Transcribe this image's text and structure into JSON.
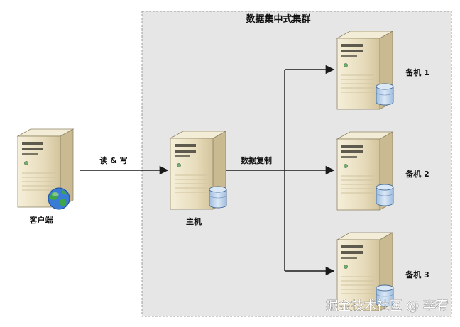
{
  "cluster": {
    "title": "数据集中式集群"
  },
  "client": {
    "label": "客户端",
    "icon": "globe-icon"
  },
  "primary": {
    "label": "主机",
    "icon": "database-icon"
  },
  "replicas": [
    {
      "label": "备机 1",
      "icon": "database-icon"
    },
    {
      "label": "备机 2",
      "icon": "database-icon"
    },
    {
      "label": "备机 3",
      "icon": "database-icon"
    }
  ],
  "edges": {
    "read_write": "读 & 写",
    "replication": "数据复制"
  },
  "watermark": "掘金技术社区 @ 李宥",
  "colors": {
    "cluster_fill": "#e6e6e6",
    "cluster_border": "#9c9c9c",
    "server_body": "#e9dfc3",
    "server_shadow": "#c9ba91",
    "server_dark": "#5e5a4e",
    "db_fill": "#bcd3ec",
    "db_stroke": "#4b6e97",
    "globe": "#3a7bd5",
    "land": "#3fa54a",
    "arrow": "#1a1a1a",
    "text": "#111111",
    "watermark": "#ffffff"
  }
}
